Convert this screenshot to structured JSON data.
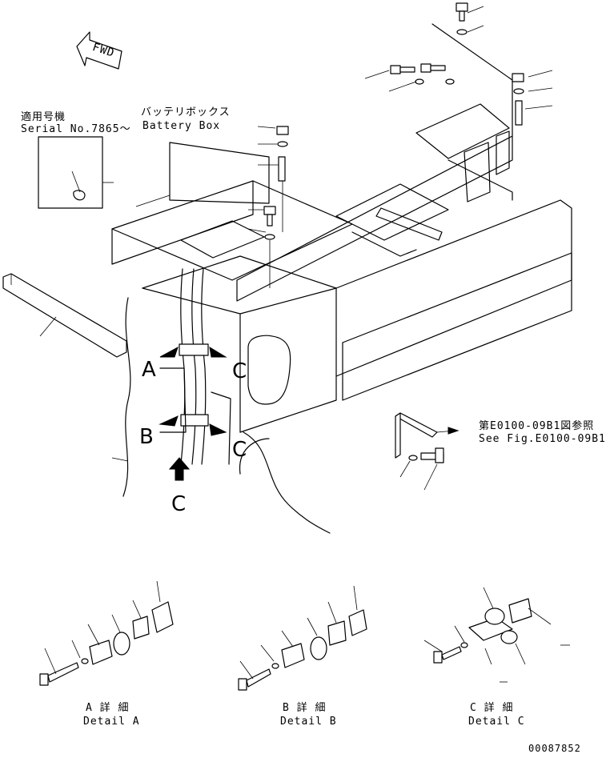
{
  "fwd": "FWD",
  "applicable": {
    "jp": "適用号機",
    "serial": "Serial No.7865～"
  },
  "battery_box": {
    "jp": "バッテリボックス",
    "en": "Battery Box"
  },
  "callout_letters": {
    "a": "A",
    "b": "B",
    "c1": "C",
    "c2": "C",
    "c3": "C"
  },
  "reference": {
    "jp": "第E0100-09B1図参照",
    "en": "See Fig.E0100-09B1"
  },
  "details": [
    {
      "jp": "A 詳 細",
      "en": "Detail A"
    },
    {
      "jp": "B 詳 細",
      "en": "Detail B"
    },
    {
      "jp": "C 詳 細",
      "en": "Detail C"
    }
  ],
  "drawing_number": "00087852"
}
